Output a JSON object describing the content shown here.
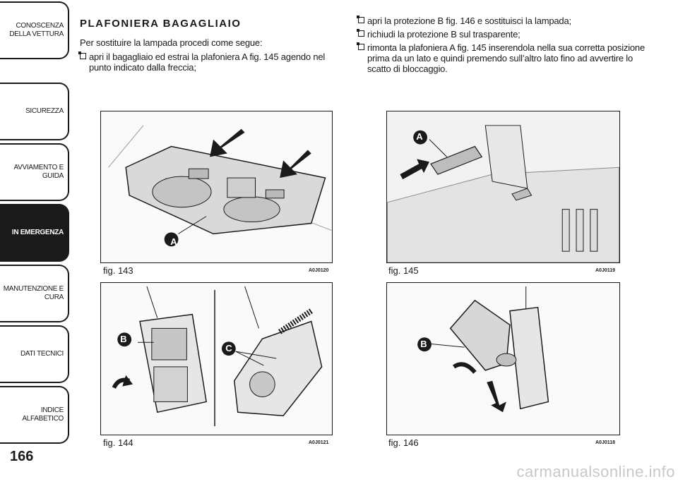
{
  "sidebar": {
    "tabs": [
      {
        "label": "CONOSCENZA\nDELLA VETTURA",
        "active": false
      },
      {
        "label": "SICUREZZA",
        "active": false
      },
      {
        "label": "AVVIAMENTO E\nGUIDA",
        "active": false
      },
      {
        "label": "IN EMERGENZA",
        "active": true
      },
      {
        "label": "MANUTENZIONE E\nCURA",
        "active": false
      },
      {
        "label": "DATI TECNICI",
        "active": false
      },
      {
        "label": "INDICE ALFABETICO",
        "active": false
      }
    ],
    "page_number": "166"
  },
  "left_column": {
    "title": "PLAFONIERA BAGAGLIAIO",
    "intro": "Per sostituire la lampada procedi come segue:",
    "bullets": [
      "apri il bagagliaio ed estrai la plafoniera A fig. 145 agendo nel punto indicato dalla freccia;"
    ]
  },
  "right_column": {
    "bullets": [
      "apri la protezione B fig. 146 e sostituisci la lampada;",
      "richiudi la protezione B sul trasparente;",
      "rimonta la plafoniera A fig. 145 inserendola nella sua corretta posizione prima da un lato e quindi premendo sull’altro lato fino ad avvertire lo scatto di bloccaggio."
    ]
  },
  "figures": [
    {
      "label": "fig. 143",
      "code": "A0J0120",
      "callouts": [
        "A"
      ]
    },
    {
      "label": "fig. 145",
      "code": "A0J0119",
      "callouts": [
        "A"
      ]
    },
    {
      "label": "fig. 144",
      "code": "A0J0121",
      "callouts": [
        "B",
        "C"
      ]
    },
    {
      "label": "fig. 146",
      "code": "A0J0118",
      "callouts": [
        "B"
      ]
    }
  ],
  "watermark": "carmanualsonline.info",
  "colors": {
    "ink": "#1a1a1a",
    "active_tab": "#1a1a1a",
    "watermark": "#c8c8c8"
  }
}
